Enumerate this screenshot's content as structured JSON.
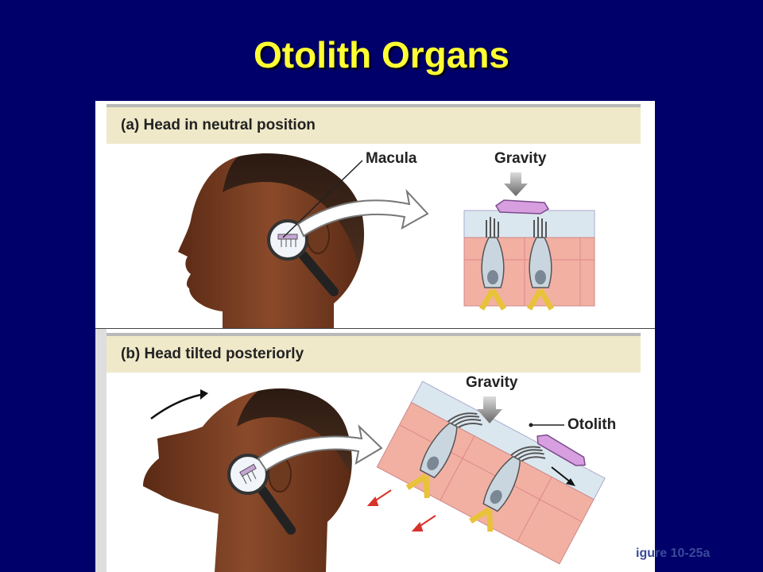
{
  "slide": {
    "title": "Otolith Organs",
    "caption": "igure 10-25a"
  },
  "panel_a": {
    "header": "(a) Head in neutral position",
    "label_macula": "Macula",
    "label_gravity": "Gravity"
  },
  "panel_b": {
    "header": "(b) Head tilted posteriorly",
    "label_gravity": "Gravity",
    "label_otolith": "Otolith"
  },
  "colors": {
    "background": "#00006b",
    "title": "#ffff33",
    "skin": "#7a3e22",
    "tissue": "#f4b3a5",
    "gel": "#d9e6f0",
    "nerve": "#f2d04a",
    "otolith": "#d79fe0"
  }
}
